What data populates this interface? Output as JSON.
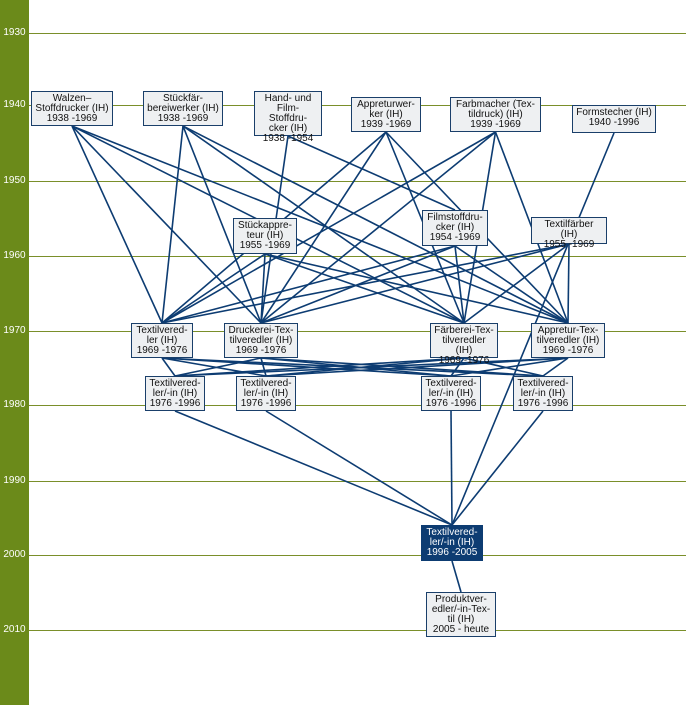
{
  "colors": {
    "sidebar": "#6b8a1a",
    "gridline": "#7a8f2a",
    "link": "#0d3c72",
    "node_fill": "#eef0f2",
    "node_border": "#1a3f6a",
    "current_fill": "#0d3c72"
  },
  "years": [
    "1930",
    "1940",
    "1950",
    "1960",
    "1970",
    "1980",
    "1990",
    "2000",
    "2010"
  ],
  "nodes": [
    {
      "id": "walzen",
      "label": "Walzen–\nStoffdrucker (IH)",
      "dates": "1938 -1969"
    },
    {
      "id": "stueckfaer",
      "label": "Stückfär-\nbereiwerker (IH)",
      "dates": "1938 -1969"
    },
    {
      "id": "handfilm",
      "label": "Hand- und\nFilm-Stoffdru-\ncker (IH)",
      "dates": "1938 -1954"
    },
    {
      "id": "appreturwerker",
      "label": "Appreturwer-\nker (IH)",
      "dates": "1939 -1969"
    },
    {
      "id": "farbmacher",
      "label": "Farbmacher (Tex-\ntildruck) (IH)",
      "dates": "1939 -1969"
    },
    {
      "id": "formstecher",
      "label": "Formstecher (IH)",
      "dates": "1940 -1996"
    },
    {
      "id": "stueckappreteur",
      "label": "Stückappre-\nteur (IH)",
      "dates": "1955 -1969"
    },
    {
      "id": "filmstoffdrucker",
      "label": "Filmstoffdru-\ncker (IH)",
      "dates": "1954 -1969"
    },
    {
      "id": "textilfaerber",
      "label": "Textilfärber (IH)",
      "dates": "1955 -1969"
    },
    {
      "id": "textilveredler",
      "label": "Textilvered-\nler (IH)",
      "dates": "1969 -1976"
    },
    {
      "id": "druckerei",
      "label": "Druckerei-Tex-\ntilveredler (IH)",
      "dates": "1969 -1976"
    },
    {
      "id": "faerberei",
      "label": "Färberei-Tex-\ntilveredler (IH)",
      "dates": "1969 -1976"
    },
    {
      "id": "appretur",
      "label": "Appretur-Tex-\ntilveredler (IH)",
      "dates": "1969 -1976"
    },
    {
      "id": "tv1",
      "label": "Textilvered-\nler/-in (IH)",
      "dates": "1976 -1996"
    },
    {
      "id": "tv2",
      "label": "Textilvered-\nler/-in (IH)",
      "dates": "1976 -1996"
    },
    {
      "id": "tv3",
      "label": "Textilvered-\nler/-in (IH)",
      "dates": "1976 -1996"
    },
    {
      "id": "tv4",
      "label": "Textilvered-\nler/-in (IH)",
      "dates": "1976 -1996"
    },
    {
      "id": "current",
      "label": "Textilvered-\nler/-in (IH)",
      "dates": "1996 -2005",
      "current": true
    },
    {
      "id": "produkt",
      "label": "Produktver-\nedler/-in-Tex-\ntil (IH)",
      "dates": "2005 - heute"
    }
  ],
  "links": [
    [
      "walzen",
      "textilveredler"
    ],
    [
      "walzen",
      "druckerei"
    ],
    [
      "walzen",
      "faerberei"
    ],
    [
      "walzen",
      "appretur"
    ],
    [
      "stueckfaer",
      "textilveredler"
    ],
    [
      "stueckfaer",
      "druckerei"
    ],
    [
      "stueckfaer",
      "faerberei"
    ],
    [
      "stueckfaer",
      "appretur"
    ],
    [
      "handfilm",
      "druckerei"
    ],
    [
      "handfilm",
      "filmstoffdrucker"
    ],
    [
      "appreturwerker",
      "textilveredler"
    ],
    [
      "appreturwerker",
      "druckerei"
    ],
    [
      "appreturwerker",
      "faerberei"
    ],
    [
      "appreturwerker",
      "appretur"
    ],
    [
      "farbmacher",
      "textilveredler"
    ],
    [
      "farbmacher",
      "druckerei"
    ],
    [
      "farbmacher",
      "faerberei"
    ],
    [
      "farbmacher",
      "appretur"
    ],
    [
      "formstecher",
      "current"
    ],
    [
      "stueckappreteur",
      "textilveredler"
    ],
    [
      "stueckappreteur",
      "druckerei"
    ],
    [
      "stueckappreteur",
      "faerberei"
    ],
    [
      "stueckappreteur",
      "appretur"
    ],
    [
      "filmstoffdrucker",
      "druckerei"
    ],
    [
      "filmstoffdrucker",
      "textilveredler"
    ],
    [
      "filmstoffdrucker",
      "faerberei"
    ],
    [
      "filmstoffdrucker",
      "appretur"
    ],
    [
      "textilfaerber",
      "textilveredler"
    ],
    [
      "textilfaerber",
      "druckerei"
    ],
    [
      "textilfaerber",
      "faerberei"
    ],
    [
      "textilfaerber",
      "appretur"
    ],
    [
      "textilveredler",
      "tv1"
    ],
    [
      "textilveredler",
      "tv2"
    ],
    [
      "textilveredler",
      "tv3"
    ],
    [
      "textilveredler",
      "tv4"
    ],
    [
      "druckerei",
      "tv1"
    ],
    [
      "druckerei",
      "tv2"
    ],
    [
      "druckerei",
      "tv3"
    ],
    [
      "druckerei",
      "tv4"
    ],
    [
      "faerberei",
      "tv1"
    ],
    [
      "faerberei",
      "tv2"
    ],
    [
      "faerberei",
      "tv3"
    ],
    [
      "faerberei",
      "tv4"
    ],
    [
      "appretur",
      "tv1"
    ],
    [
      "appretur",
      "tv2"
    ],
    [
      "appretur",
      "tv3"
    ],
    [
      "appretur",
      "tv4"
    ],
    [
      "tv1",
      "current"
    ],
    [
      "tv2",
      "current"
    ],
    [
      "tv3",
      "current"
    ],
    [
      "tv4",
      "current"
    ],
    [
      "current",
      "produkt"
    ]
  ]
}
